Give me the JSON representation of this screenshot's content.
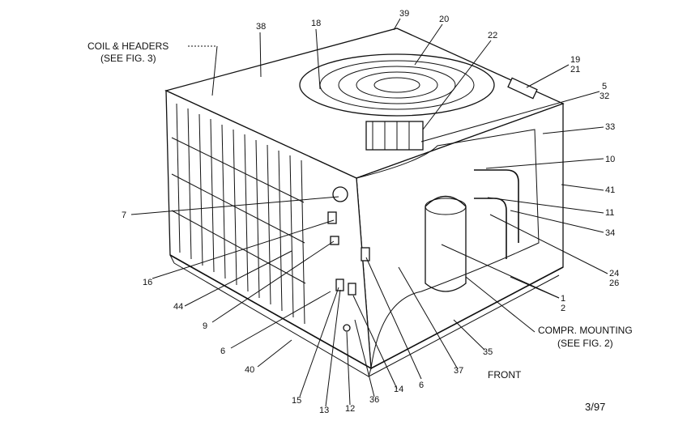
{
  "callouts": {
    "c39": "39",
    "c38": "38",
    "c18": "18",
    "c20": "20",
    "c22": "22",
    "c19": "19",
    "c21": "21",
    "c5": "5",
    "c32": "32",
    "c33": "33",
    "c10": "10",
    "c41": "41",
    "c11": "11",
    "c34": "34",
    "c24": "24",
    "c26": "26",
    "c1": "1",
    "c2": "2",
    "c7": "7",
    "c16": "16",
    "c44": "44",
    "c9": "9",
    "c6a": "6",
    "c40": "40",
    "c15": "15",
    "c13": "13",
    "c12": "12",
    "c36": "36",
    "c14": "14",
    "c6b": "6",
    "c37": "37",
    "c35": "35"
  },
  "captions": {
    "coil_line1": "COIL & HEADERS",
    "coil_line2": "(SEE FIG. 3)",
    "compr_line1": "COMPR. MOUNTING",
    "compr_line2": "(SEE FIG. 2)",
    "front": "FRONT",
    "date": "3/97"
  }
}
